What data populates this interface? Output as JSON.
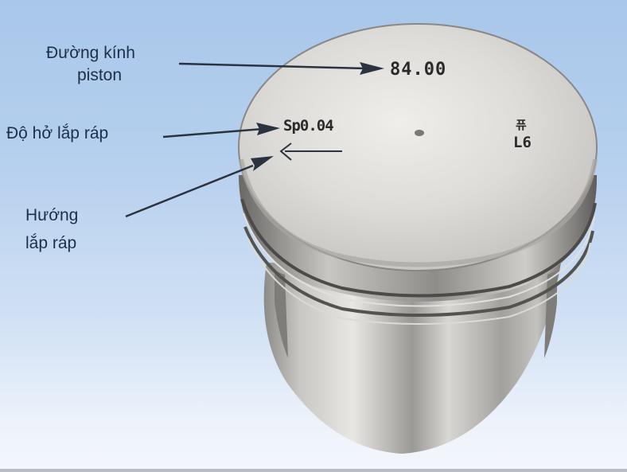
{
  "figure": {
    "subject": "piston",
    "labels": {
      "diameter_line1": "Đường kính",
      "diameter_line2": "piston",
      "clearance": "Độ hở lắp ráp",
      "direction_line1": "Hướng",
      "direction_line2": "lắp ráp"
    },
    "stamps": {
      "diameter_value": "84.00",
      "clearance_value": "Sp0.04",
      "code_top": "퓨",
      "code_bottom": "L6"
    },
    "colors": {
      "background_top": "#a9c7ea",
      "background_bottom": "#f3f6fc",
      "label_text": "#1d2f4a",
      "metal_light": "#e6e4e0",
      "metal_dark": "#6f6d6a",
      "arrow": "#2b3340"
    }
  }
}
